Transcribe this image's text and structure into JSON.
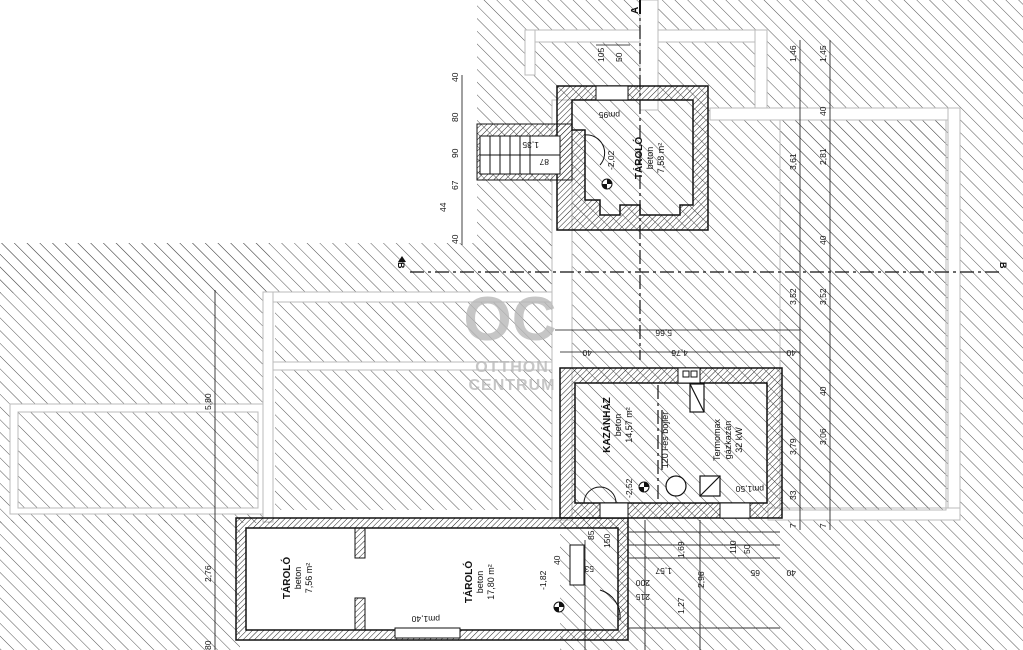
{
  "watermark": {
    "monogram": "OC",
    "line1": "OTTHON",
    "line2": "CENTRUM"
  },
  "section_markers": {
    "a": "A",
    "b": "B"
  },
  "rooms": [
    {
      "id": "storage-top",
      "name": "TÁROLÓ",
      "material": "beton",
      "area": "7,58 m²",
      "level": "-2,02",
      "height": "pm95"
    },
    {
      "id": "boiler-room",
      "name": "KAZÁNHÁZ",
      "material": "beton",
      "area": "14,57 m²",
      "level": "-2,52",
      "height": "pm1,50"
    },
    {
      "id": "storage-left",
      "name": "TÁROLÓ",
      "material": "beton",
      "area": "7,56 m²"
    },
    {
      "id": "storage-mid",
      "name": "TÁROLÓ",
      "material": "beton",
      "area": "17,80 m²",
      "level": "-1,82",
      "height": "pm1,40"
    }
  ],
  "equipment": {
    "boiler": "120 l-es bojler",
    "heater_line1": "Termomax",
    "heater_line2": "gázkazán",
    "heater_line3": "32 kW"
  },
  "dimensions": {
    "right_outer": [
      "1,46",
      "3,61",
      "3,52",
      "3,79",
      "33",
      "7"
    ],
    "right_inner": [
      "1,45",
      "40",
      "2,81",
      "40",
      "3,52",
      "40",
      "3,06",
      "7"
    ],
    "left_top": [
      "40",
      "80",
      "90",
      "67",
      "44",
      "40"
    ],
    "stair": [
      "1,35",
      "87"
    ],
    "top_mid": [
      "105",
      "50"
    ],
    "horiz_566": "5,66",
    "horiz_40a": "40",
    "horiz_476": "4,76",
    "horiz_40b": "40",
    "left_580": "5,80",
    "left_276": "2,76",
    "left_80": "80",
    "bottom": {
      "d85": "85",
      "d150": "150",
      "d53": "53",
      "d40a": "40",
      "d200": "200",
      "d215": "215",
      "d157": "1,57",
      "d169": "1,69",
      "d296": "2,96",
      "d127": "1,27",
      "d110": "110",
      "d50": "50",
      "d65": "65",
      "d40b": "40"
    }
  }
}
